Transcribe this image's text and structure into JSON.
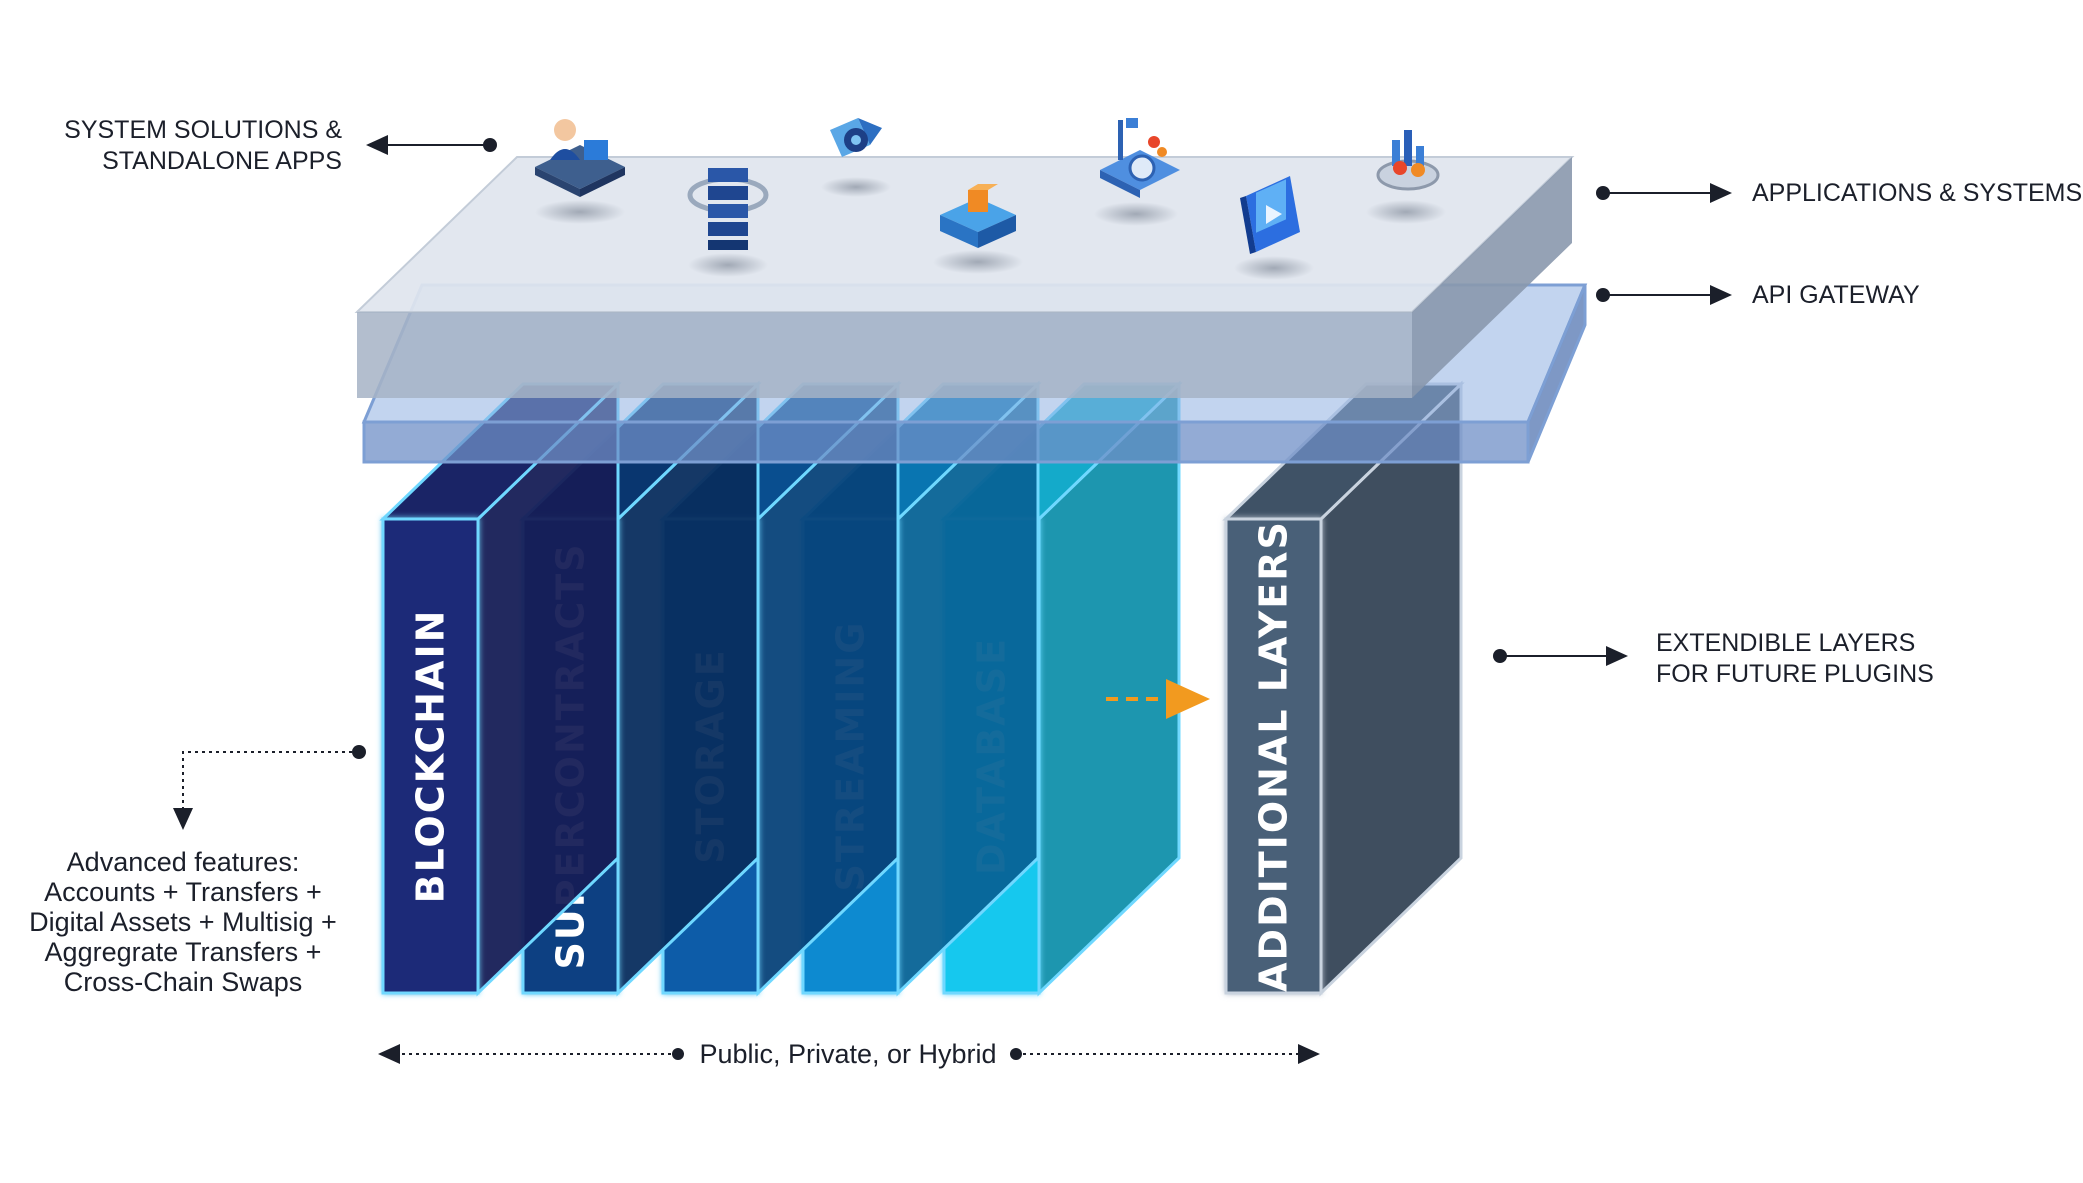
{
  "annotations": {
    "system_solutions": [
      "SYSTEM SOLUTIONS &",
      "STANDALONE APPS"
    ],
    "applications_systems": "APPLICATIONS & SYSTEMS",
    "api_gateway": "API GATEWAY",
    "extendible_layers": [
      "EXTENDIBLE LAYERS",
      "FOR FUTURE PLUGINS"
    ],
    "advanced_features": [
      "Advanced features:",
      "Accounts + Transfers +",
      "Digital Assets + Multisig +",
      "Aggregrate Transfers +",
      "Cross-Chain Swaps"
    ],
    "deployment": "Public, Private, or Hybrid"
  },
  "layers": [
    {
      "label": "BLOCKCHAIN",
      "color": "#1e2a78"
    },
    {
      "label": "SUPERCONTRACTS",
      "color": "#0b3f82"
    },
    {
      "label": "STORAGE",
      "color": "#0a5ca8"
    },
    {
      "label": "STREAMING",
      "color": "#0a8ad0"
    },
    {
      "label": "DATABASE",
      "color": "#18c8ee"
    },
    {
      "label": "ADDITIONAL LAYERS",
      "color": "#4a6078"
    }
  ],
  "icons": [
    "developer-workstation-icon",
    "server-stack-icon",
    "gear-network-icon",
    "cube-cluster-icon",
    "analytics-dashboard-icon",
    "video-player-icon",
    "coin-chart-icon"
  ],
  "colors": {
    "platform": "#c9d3e0",
    "gateway": "#7f9fd0",
    "accent_arrow": "#f29a1f",
    "text": "#1b1f2a"
  }
}
